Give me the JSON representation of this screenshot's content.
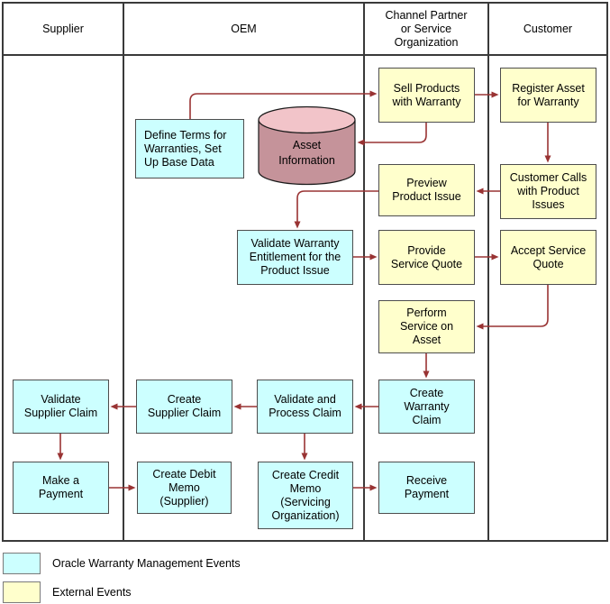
{
  "colors": {
    "oracle-fill": "#ccffff",
    "external-fill": "#ffffcc",
    "arrow": "#993333",
    "cylinder-top": "#f2c4c9",
    "cylinder-body": "#c5939a",
    "grid": "#3a3a3a",
    "box-border": "#4d4d4d"
  },
  "lanes": [
    {
      "label": "Supplier"
    },
    {
      "label": "OEM"
    },
    {
      "label": "Channel Partner\nor Service\nOrganization"
    },
    {
      "label": "Customer"
    }
  ],
  "nodes": {
    "define_terms": {
      "label": "Define Terms for\nWarranties, Set\nUp Base Data",
      "type": "oracle"
    },
    "asset_information": {
      "label": "Asset\nInformation",
      "type": "datastore"
    },
    "sell_products": {
      "label": "Sell Products\nwith Warranty",
      "type": "external"
    },
    "register_asset": {
      "label": "Register Asset\nfor Warranty",
      "type": "external"
    },
    "preview_issue": {
      "label": "Preview\nProduct Issue",
      "type": "external"
    },
    "customer_calls": {
      "label": "Customer Calls\nwith Product\nIssues",
      "type": "external"
    },
    "validate_entitlement": {
      "label": "Validate Warranty\nEntitlement for the\nProduct Issue",
      "type": "oracle"
    },
    "provide_quote": {
      "label": "Provide\nService Quote",
      "type": "external"
    },
    "accept_quote": {
      "label": "Accept Service\nQuote",
      "type": "external"
    },
    "perform_service": {
      "label": "Perform\nService on\nAsset",
      "type": "external"
    },
    "create_warranty_claim": {
      "label": "Create\nWarranty\nClaim",
      "type": "oracle"
    },
    "validate_process_claim": {
      "label": "Validate and\nProcess Claim",
      "type": "oracle"
    },
    "create_supplier_claim": {
      "label": "Create\nSupplier Claim",
      "type": "oracle"
    },
    "validate_supplier_claim": {
      "label": "Validate\nSupplier Claim",
      "type": "oracle"
    },
    "make_payment": {
      "label": "Make a\nPayment",
      "type": "oracle"
    },
    "create_debit_memo": {
      "label": "Create Debit\nMemo\n(Supplier)",
      "type": "oracle"
    },
    "create_credit_memo": {
      "label": "Create Credit\nMemo\n(Servicing\nOrganization)",
      "type": "oracle"
    },
    "receive_payment": {
      "label": "Receive\nPayment",
      "type": "oracle"
    }
  },
  "legend": [
    {
      "swatch": "oracle",
      "label": "Oracle Warranty Management Events"
    },
    {
      "swatch": "external",
      "label": "External Events"
    }
  ]
}
